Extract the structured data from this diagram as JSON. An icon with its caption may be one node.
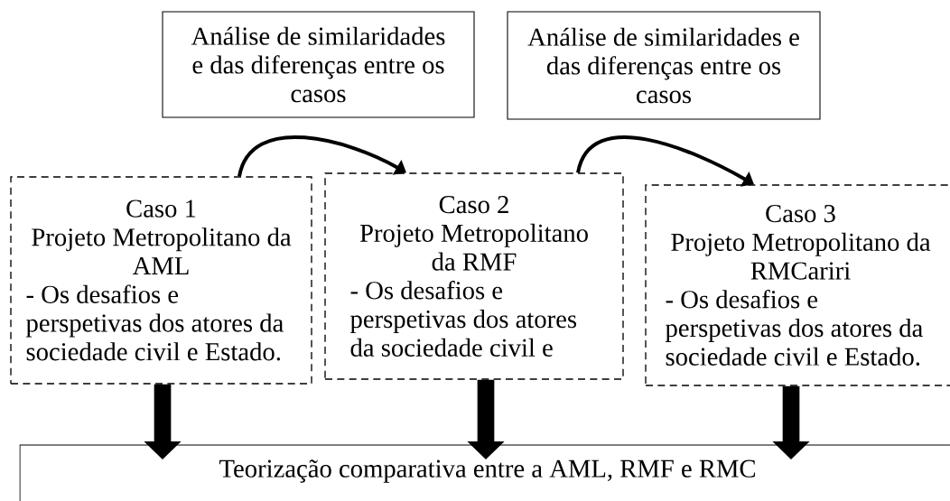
{
  "diagram": {
    "nodes": [
      {
        "text": [
          "Análise de similaridades e das diferenças entre os casos"
        ]
      },
      {
        "text": [
          "Análise de similaridades e das diferenças entre os casos"
        ]
      },
      {
        "text": [
          "Caso 1",
          "Projeto Metropolitano da AML",
          "- Os desafios e perspetivas dos atores da sociedade civil e Estado."
        ]
      },
      {
        "text": [
          "Caso 2",
          "Projeto Metropolitano da RMF",
          "- Os desafios e perspetivas dos atores da sociedade civil e"
        ]
      },
      {
        "text": [
          "Caso 3",
          "Projeto Metropolitano da RMCariri",
          "- Os desafios e perspetivas dos atores da sociedade civil e Estado."
        ]
      },
      {
        "text": [
          "Teorização comparativa entre a AML, RMF e RMC"
        ]
      }
    ],
    "edges": [
      {
        "from": 2,
        "to": 3,
        "arrow": "to"
      },
      {
        "from": 3,
        "to": 4,
        "arrow": "to"
      },
      {
        "from": 2,
        "to": 5,
        "arrow": "to"
      },
      {
        "from": 3,
        "to": 5,
        "arrow": "to"
      },
      {
        "from": 4,
        "to": 5,
        "arrow": "to"
      }
    ]
  }
}
